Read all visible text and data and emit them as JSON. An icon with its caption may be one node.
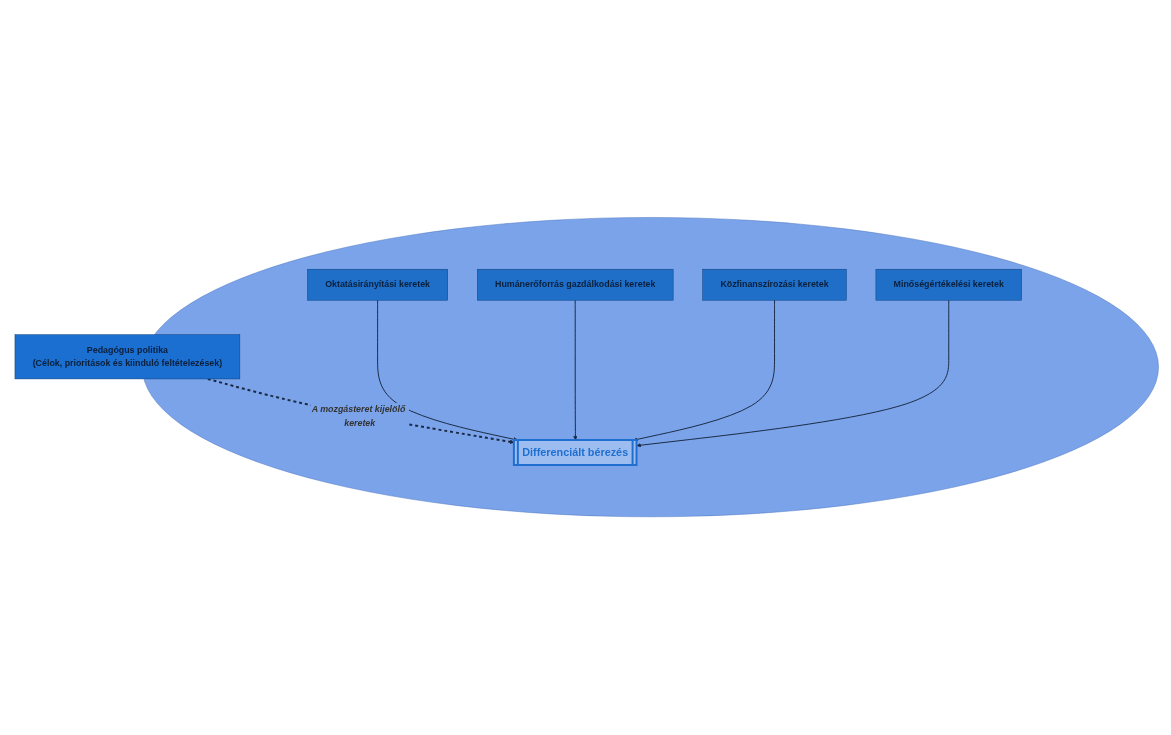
{
  "diagram": {
    "nodes": [
      {
        "text": [
          "Pedagógus politika",
          "(Célok, prioritások és kiinduló feltételezések)"
        ]
      },
      {
        "text": [],
        "shape": "ellipse"
      },
      {
        "text": [
          "Differenciált bérezés"
        ],
        "in": 1
      },
      {
        "text": [
          "Oktatásirányítási keretek"
        ],
        "in": 1
      },
      {
        "text": [
          "Humánerőforrás gazdálkodási keretek"
        ],
        "in": 1
      },
      {
        "text": [
          "Közfinanszírozási keretek"
        ],
        "in": 1
      },
      {
        "text": [
          "Minőségértékelési keretek"
        ],
        "in": 1
      }
    ],
    "edges": [
      {
        "from": 0,
        "to": 2,
        "arrow": "to",
        "label": "A mozgásteret kijelölő keretek",
        "style": "dashed"
      },
      {
        "from": 3,
        "to": 2,
        "arrow": "to"
      },
      {
        "from": 4,
        "to": 2,
        "arrow": "to"
      },
      {
        "from": 5,
        "to": 2,
        "arrow": "to"
      },
      {
        "from": 6,
        "to": 2,
        "arrow": "to"
      }
    ]
  }
}
